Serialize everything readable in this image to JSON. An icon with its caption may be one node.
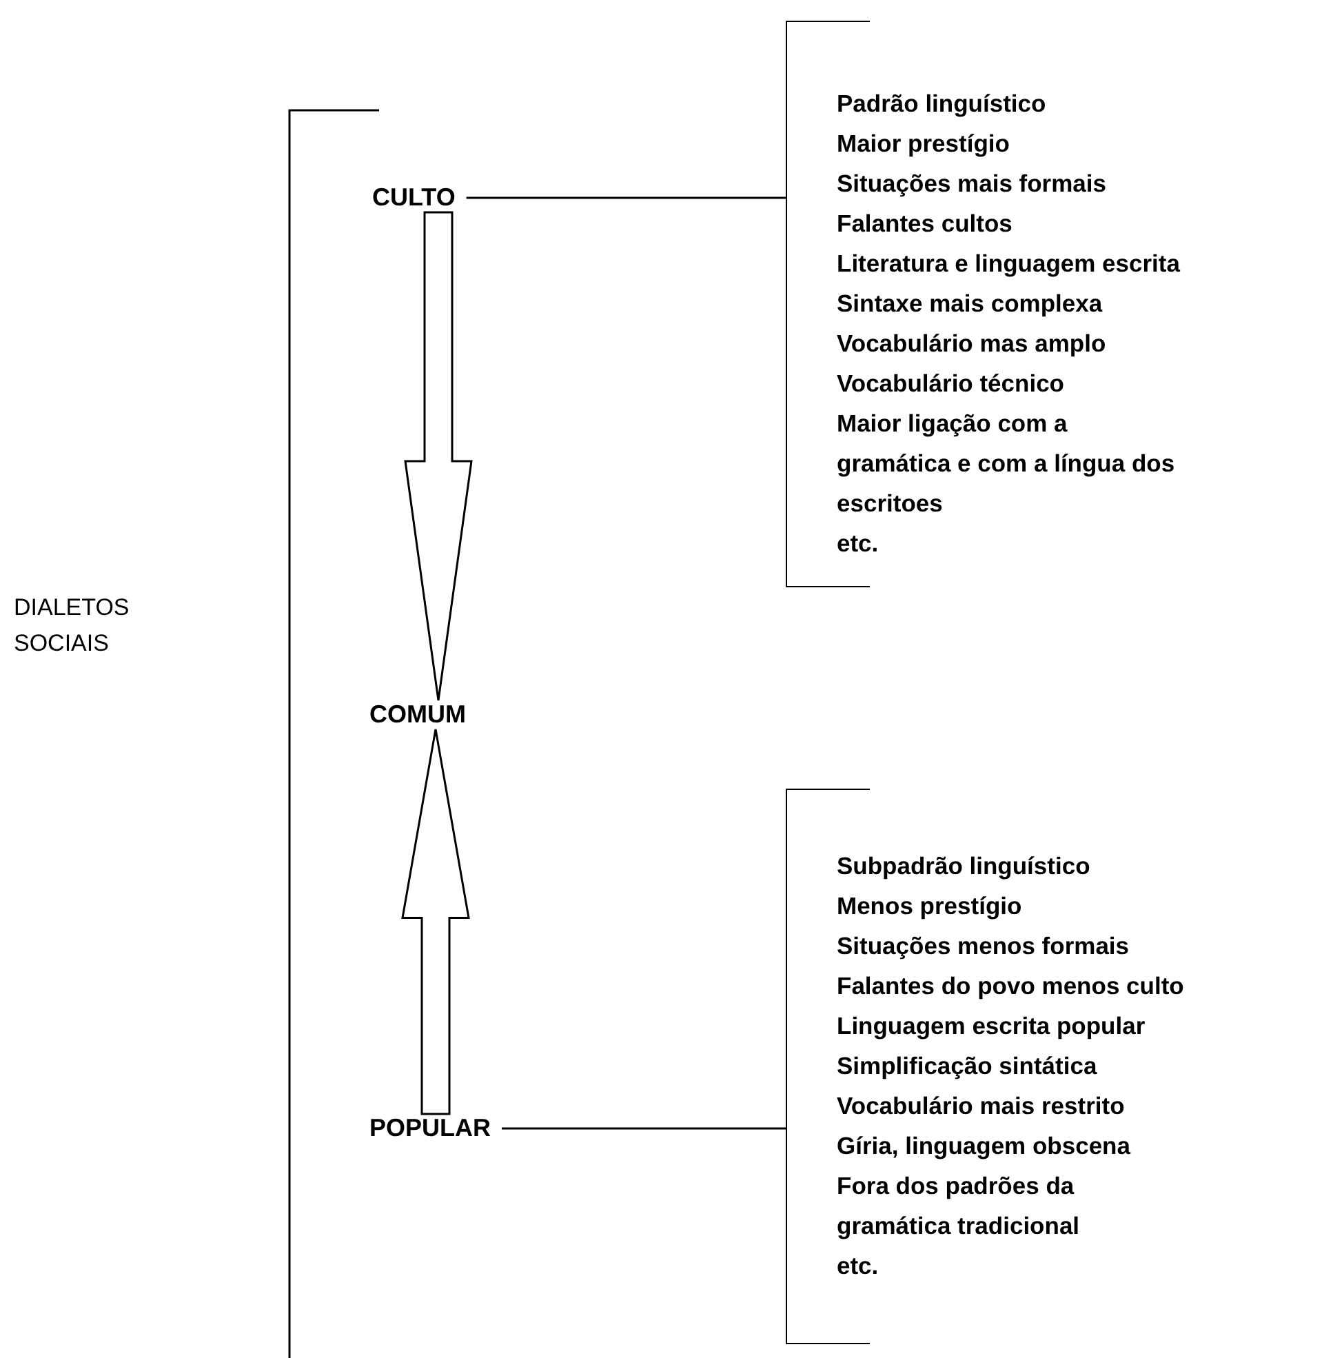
{
  "diagram": {
    "nodes": [
      {
        "text": [
          "CULTO"
        ]
      },
      {
        "text": [
          "COMUM"
        ]
      },
      {
        "text": [
          "POPULAR"
        ]
      },
      {
        "text": [
          "Padrão linguístico",
          "Maior prestígio",
          "Situações mais formais",
          "Falantes cultos",
          "Literatura e linguagem escrita",
          "Sintaxe mais complexa",
          "Vocabulário mas amplo",
          "Vocabulário técnico",
          "Maior ligação com a gramática e com a língua dos escritoes",
          "etc."
        ]
      },
      {
        "text": [
          "Subpadrão linguístico",
          "Menos prestígio",
          "Situações menos formais",
          "Falantes do povo menos culto",
          "Linguagem escrita popular",
          "Simplificação sintática",
          "Vocabulário mais restrito",
          "Gíria, linguagem obscena",
          "Fora dos padrões da gramática tradicional",
          "etc."
        ]
      }
    ],
    "edges": [
      {
        "from": 0,
        "to": 1,
        "arrow": "to"
      },
      {
        "from": 2,
        "to": 1,
        "arrow": "to"
      },
      {
        "from": 0,
        "to": 3,
        "arrow": "none"
      },
      {
        "from": 2,
        "to": 4,
        "arrow": "none"
      }
    ],
    "labels": [
      "DIALETOS SOCIAIS"
    ]
  }
}
